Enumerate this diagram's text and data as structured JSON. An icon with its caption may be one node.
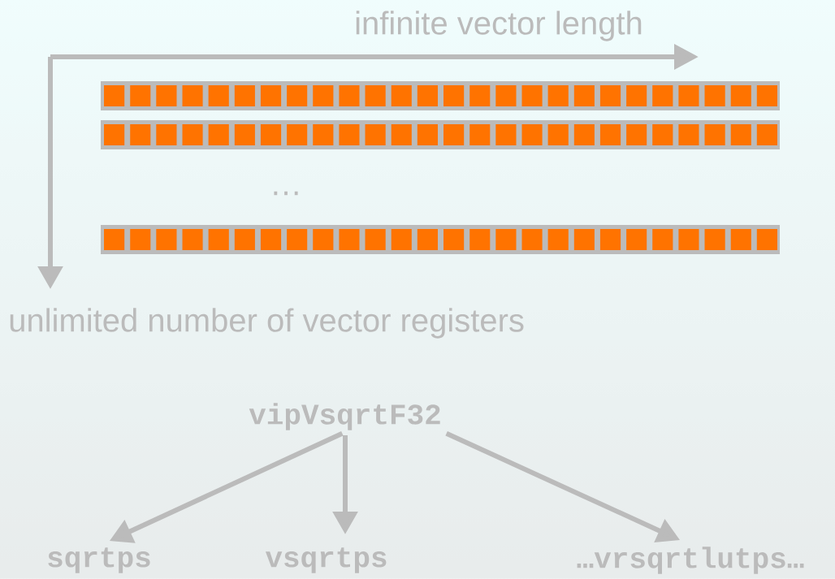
{
  "diagram": {
    "nodes": [
      {
        "text": [
          "vipVsqrtF32"
        ]
      },
      {
        "text": [
          "sqrtps"
        ]
      },
      {
        "text": [
          "vsqrtps"
        ]
      },
      {
        "text": [
          "…vrsqrtlutps…"
        ]
      }
    ],
    "edges": [
      {
        "from": 0,
        "to": 1,
        "arrow": "to"
      },
      {
        "from": 0,
        "to": 2,
        "arrow": "to"
      },
      {
        "from": 0,
        "to": 3,
        "arrow": "to"
      }
    ],
    "labels": [
      "infinite vector length",
      "…",
      "unlimited number of vector registers"
    ]
  }
}
